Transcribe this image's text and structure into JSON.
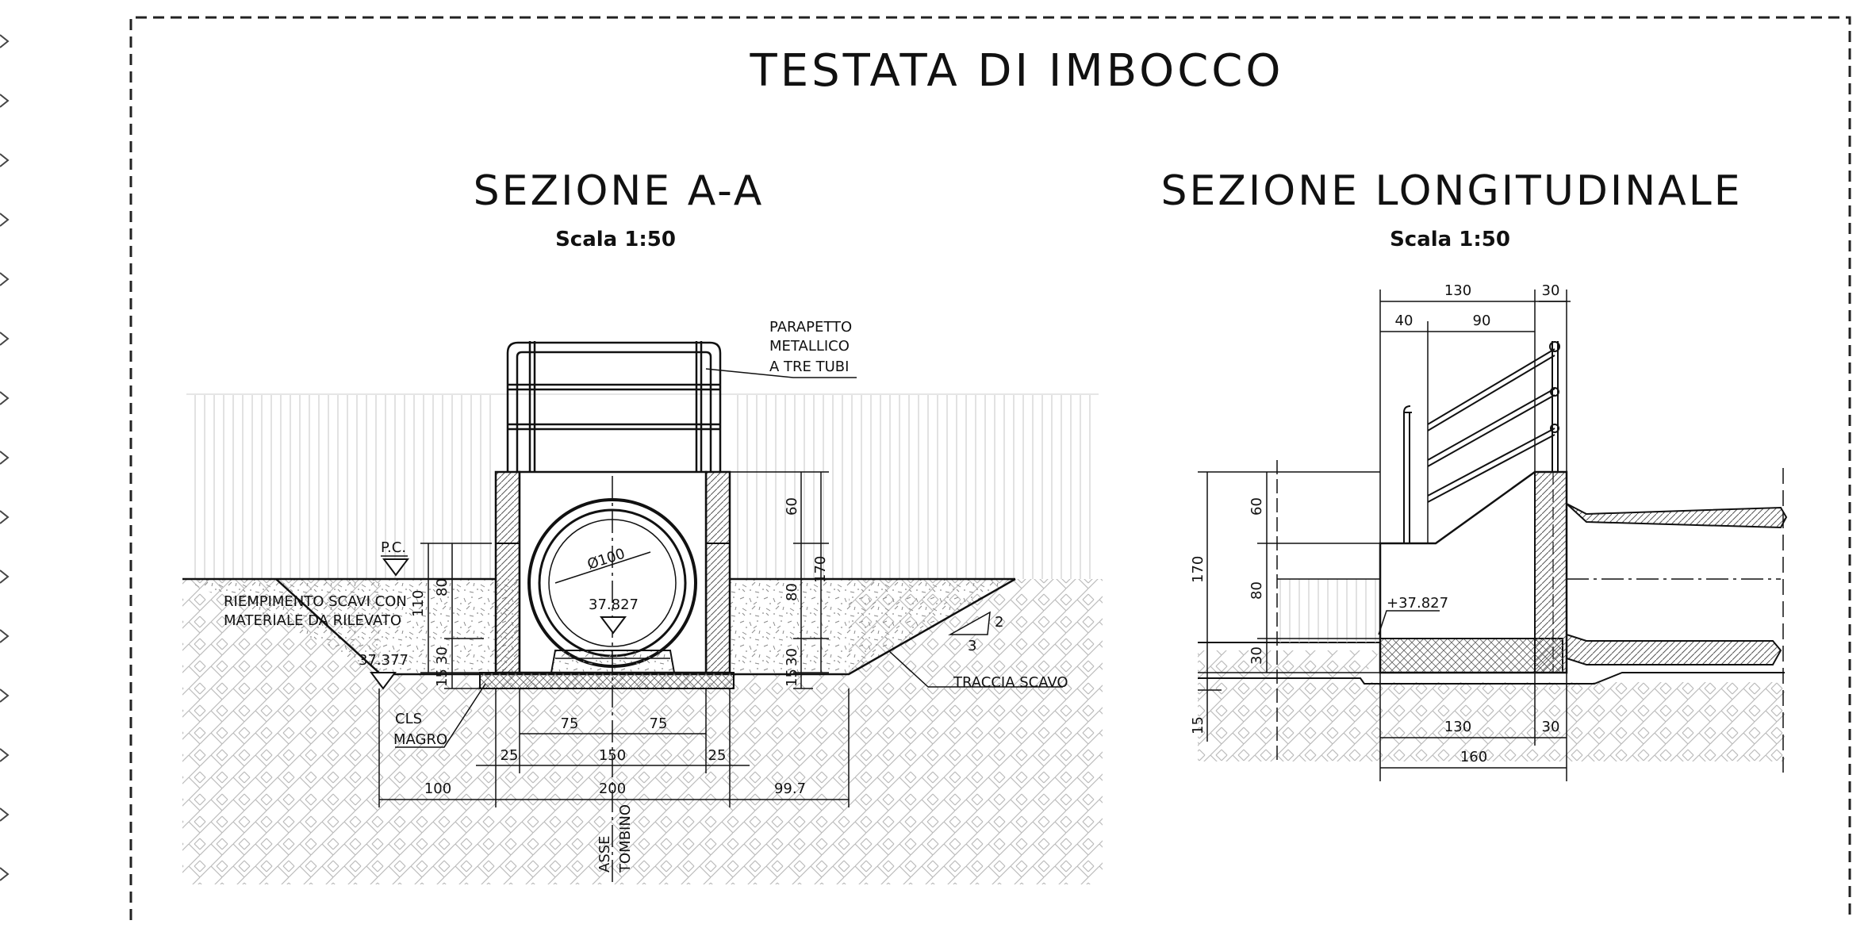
{
  "title": "TESTATA DI IMBOCCO",
  "section_a": {
    "title": "SEZIONE A-A",
    "scale": "Scala 1:50",
    "labels": {
      "parapetto_1": "PARAPETTO",
      "parapetto_2": "METALLICO",
      "parapetto_3": "A TRE TUBI",
      "pc": "P.C.",
      "riempimento_1": "RIEMPIMENTO SCAVI CON",
      "riempimento_2": "MATERIALE DA RILEVATO",
      "elev_left": "37.377",
      "elev_center": "37.827",
      "diameter": "Ø100",
      "cls_1": "CLS",
      "cls_2": "MAGRO",
      "traccia": "TRACCIA SCAVO",
      "slope_v": "2",
      "slope_h": "3",
      "asse_1": "ASSE",
      "asse_2": "TOMBINO"
    },
    "dims": {
      "d60": "60",
      "d80a": "80",
      "d80b": "80",
      "d110": "110",
      "d30a": "30",
      "d30b": "30",
      "d15a": "15",
      "d15b": "15",
      "d170": "170",
      "d75a": "75",
      "d75b": "75",
      "d25a": "25",
      "d150": "150",
      "d25b": "25",
      "d100": "100",
      "d200": "200",
      "d997": "99.7"
    }
  },
  "section_l": {
    "title": "SEZIONE LONGITUDINALE",
    "scale": "Scala 1:50",
    "labels": {
      "elev": "+37.827"
    },
    "dims": {
      "d130top": "130",
      "d30top": "30",
      "d40": "40",
      "d90": "90",
      "d170": "170",
      "d60": "60",
      "d80": "80",
      "d30": "30",
      "d15": "15",
      "d130bot": "130",
      "d30bot": "30",
      "d160": "160"
    }
  }
}
